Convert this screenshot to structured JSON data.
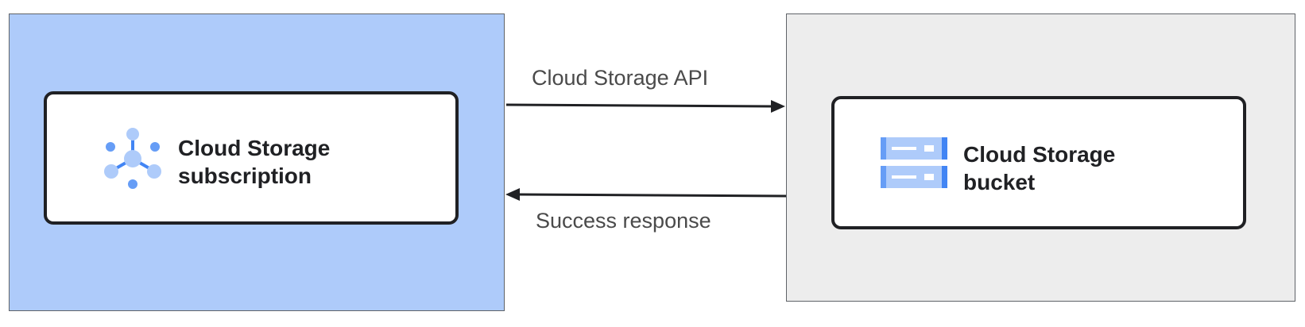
{
  "nodes": {
    "subscription": {
      "title_line1": "Cloud Storage",
      "title_line2": "subscription",
      "icon": "pubsub-hub-icon",
      "panel_color": "#aecbfa"
    },
    "bucket": {
      "title_line1": "Cloud Storage",
      "title_line2": "bucket",
      "icon": "storage-bucket-icon",
      "panel_color": "#ededed"
    }
  },
  "edges": {
    "request": {
      "label": "Cloud Storage API",
      "from": "subscription",
      "to": "bucket"
    },
    "response": {
      "label": "Success response",
      "from": "bucket",
      "to": "subscription"
    }
  },
  "colors": {
    "icon_blue_light": "#aecbfa",
    "icon_blue_mid": "#669df6",
    "icon_blue_dark": "#4285f4",
    "border": "#202124"
  }
}
